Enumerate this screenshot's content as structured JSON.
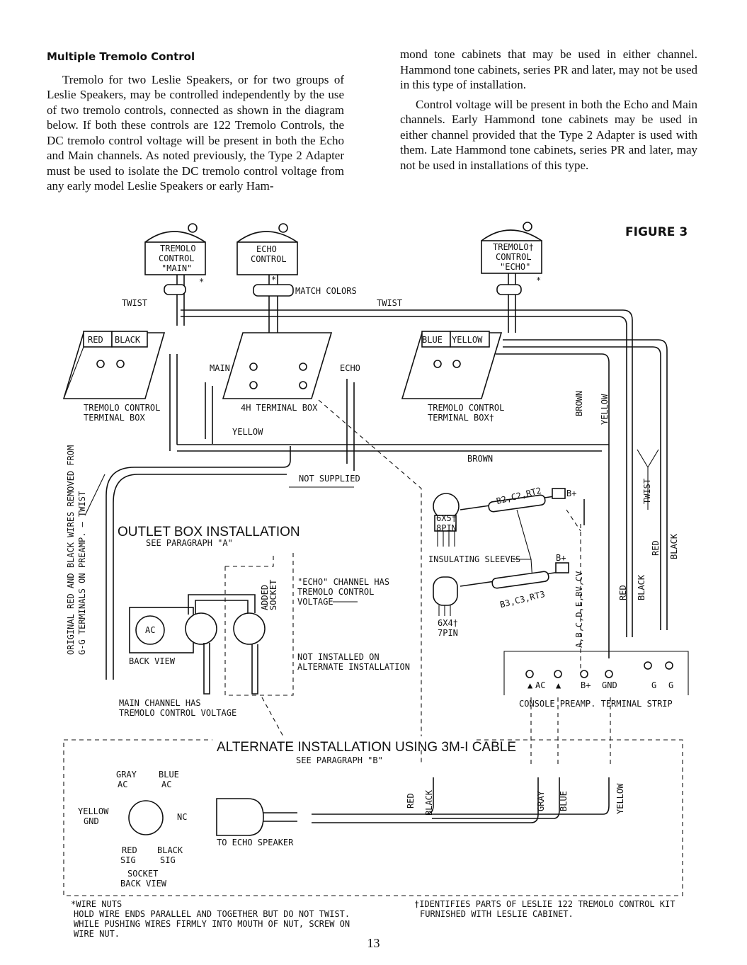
{
  "heading": "Multiple Tremolo Control",
  "left_paragraph": "Tremolo for two Leslie Speakers, or for two groups of Leslie Speakers, may be controlled independently by the use of two tremolo controls, connected as shown in the diagram below. If both these controls are 122 Tremolo Controls, the DC tremolo control voltage will be present in both the Echo and Main channels. As noted previously, the Type 2 Adapter must be used to isolate the DC tremolo control voltage from any early model Leslie Speakers or early Ham-",
  "right_paragraph_1": "mond tone cabinets that may be used in either channel. Hammond tone cabinets, series PR and later, may not be used in this type of installation.",
  "right_paragraph_2": "Control voltage will be present in both the Echo and Main channels. Early Hammond tone cabinets may be used in either channel provided that the Type 2 Adapter is used with them. Late Hammond tone cabinets, series PR and later, may not be used in installations of this type.",
  "figure": {
    "title": "FIGURE 3",
    "tremolo_main": [
      "TREMOLO",
      "CONTROL",
      "\"MAIN\""
    ],
    "echo_control": [
      "ECHO",
      "CONTROL"
    ],
    "tremolo_echo": [
      "TREMOLO†",
      "CONTROL",
      "\"ECHO\""
    ],
    "twist_left": "TWIST",
    "twist_right": "TWIST",
    "match_colors": "MATCH COLORS",
    "red": "RED",
    "black": "BLACK",
    "blue": "BLUE",
    "yellow": "YELLOW",
    "main": "MAIN",
    "echo": "ECHO",
    "term_box_left": [
      "TREMOLO CONTROL",
      "TERMINAL BOX"
    ],
    "term_box_4h": "4H TERMINAL BOX",
    "term_box_right": [
      "TREMOLO CONTROL",
      "TERMINAL BOX†"
    ],
    "yellow_wire": "YELLOW",
    "brown_wire": "BROWN",
    "brown_vertical": "BROWN",
    "yellow_vertical": "YELLOW",
    "twist_vertical": "TWIST",
    "red_vertical": "RED",
    "black_vertical": "BLACK",
    "red_vertical_2": "RED",
    "black_vertical_2": "BLACK",
    "side_note": [
      "ORIGINAL RED AND BLACK WIRES REMOVED FROM",
      "G-G TERMINALS ON PREAMP. — TWIST"
    ],
    "not_supplied": "NOT SUPPLIED",
    "outlet_box": "OUTLET BOX INSTALLATION",
    "see_para_a": "SEE PARAGRAPH \"A\"",
    "added_socket": [
      "ADDED",
      "SOCKET"
    ],
    "echo_channel": [
      "\"ECHO\" CHANNEL HAS",
      "TREMOLO CONTROL",
      "VOLTAGE"
    ],
    "ac": "AC",
    "back_view": "BACK VIEW",
    "not_installed": [
      "NOT INSTALLED ON",
      "ALTERNATE INSTALLATION"
    ],
    "main_channel": [
      "MAIN CHANNEL HAS",
      "TREMOLO CONTROL VOLTAGE"
    ],
    "tube_6x5": [
      "6X5†",
      "8PIN"
    ],
    "tube_6x4": [
      "6X4†",
      "7PIN"
    ],
    "b2c2rt2": "B2,C2,RT2",
    "b3c3rt3": "B3,C3,RT3",
    "bplus": "B+",
    "insulating": "INSULATING SLEEVES",
    "abcde": "A,B,C,D,E,BV,CV",
    "strip_ac": "AC",
    "strip_bplus": "B+",
    "strip_gnd": "GND",
    "strip_g1": "G",
    "strip_g2": "G",
    "console_preamp": "CONSOLE PREAMP. TERMINAL STRIP",
    "alternate": "ALTERNATE INSTALLATION USING 3M-I CABLE",
    "see_para_b": "SEE PARAGRAPH \"B\"",
    "gray_ac": [
      "GRAY",
      "AC"
    ],
    "blue_ac": [
      "BLUE",
      "AC"
    ],
    "yellow_gnd": [
      "YELLOW",
      "GND"
    ],
    "nc": "NC",
    "red_sig": [
      "RED",
      "SIG"
    ],
    "black_sig": [
      "BLACK",
      "SIG"
    ],
    "socket_back_view": [
      "SOCKET",
      "BACK VIEW"
    ],
    "to_echo_speaker": "TO ECHO SPEAKER",
    "cable_red": "RED",
    "cable_black": "BLACK",
    "cable_gray": "GRAY",
    "cable_blue": "BLUE",
    "cable_yellow": "YELLOW"
  },
  "footnote_left": [
    "*WIRE NUTS",
    "HOLD WIRE ENDS PARALLEL AND TOGETHER BUT DO NOT TWIST.",
    "WHILE PUSHING WIRES FIRMLY INTO MOUTH OF NUT, SCREW ON",
    "WIRE NUT."
  ],
  "footnote_right": [
    "†IDENTIFIES PARTS OF LESLIE 122 TREMOLO CONTROL KIT",
    "FURNISHED WITH LESLIE CABINET."
  ],
  "page_number": "13"
}
